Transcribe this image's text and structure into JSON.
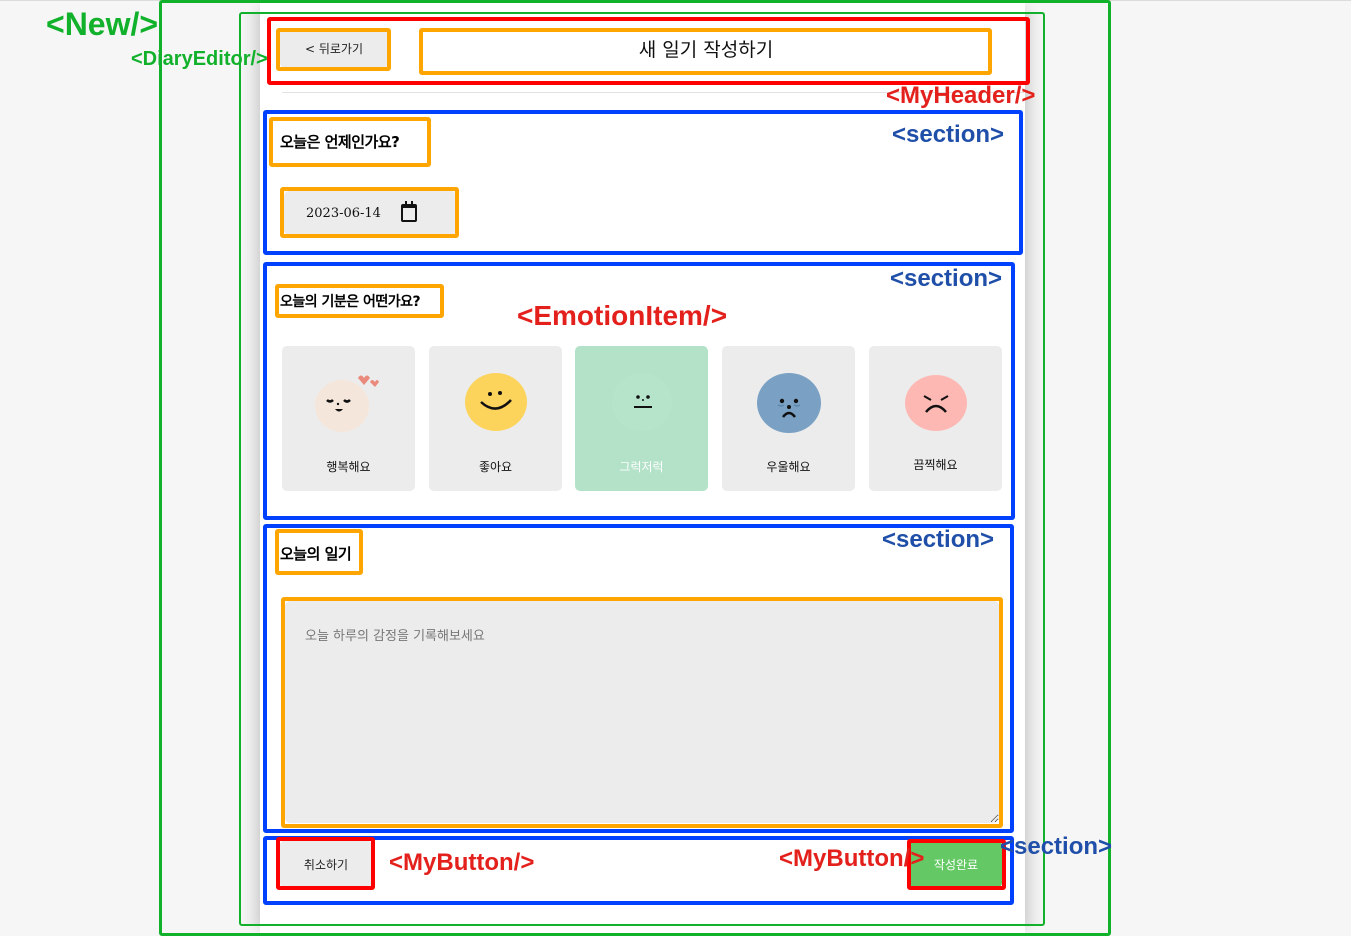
{
  "header": {
    "back_label": "< 뒤로가기",
    "title": "새 일기 작성하기"
  },
  "date_section": {
    "title": "오늘은 언제인가요?",
    "date_value": "2023-06-14",
    "icon": "calendar-icon"
  },
  "emotion_section": {
    "title": "오늘의 기분은 어떤가요?",
    "items": [
      {
        "id": 1,
        "label": "행복해요",
        "color": "#f5e6dc",
        "selected": false
      },
      {
        "id": 2,
        "label": "좋아요",
        "color": "#fcd35b",
        "selected": false
      },
      {
        "id": 3,
        "label": "그럭저럭",
        "color": "#b3e2c8",
        "selected": true
      },
      {
        "id": 4,
        "label": "우울해요",
        "color": "#7aa1c4",
        "selected": false
      },
      {
        "id": 5,
        "label": "끔찍해요",
        "color": "#fdb8b4",
        "selected": false
      }
    ],
    "selected_bg": "#b3e2c8"
  },
  "diary_section": {
    "title": "오늘의 일기",
    "placeholder": "오늘 하루의 감정을 기록해보세요",
    "value": ""
  },
  "control_section": {
    "cancel_label": "취소하기",
    "submit_label": "작성완료",
    "submit_color": "#64c964"
  },
  "annotations": {
    "new": "<New/>",
    "diary_editor": "<DiaryEditor/>",
    "my_header": "<MyHeader/>",
    "section": "<section>",
    "emotion_item": "<EmotionItem/>",
    "my_button": "<MyButton/>"
  }
}
